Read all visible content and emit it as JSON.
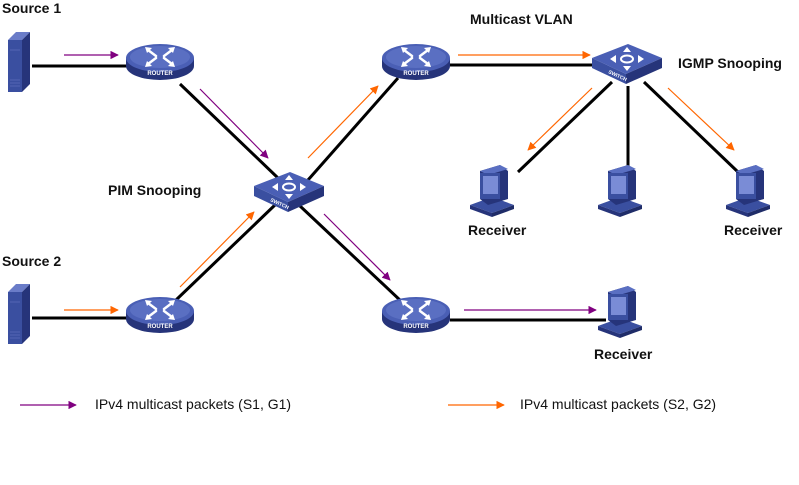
{
  "colors": {
    "link": "#000000",
    "flow_s1g1": "#800080",
    "flow_s2g2": "#ff6600",
    "device_blue": "#3a4fa0",
    "device_dark": "#26347a",
    "device_light": "#6a7cc8"
  },
  "labels": {
    "source1": "Source 1",
    "source2": "Source 2",
    "multicast_vlan": "Multicast VLAN",
    "igmp_snooping": "IGMP Snooping",
    "pim_snooping": "PIM Snooping",
    "receiver_left": "Receiver",
    "receiver_right": "Receiver",
    "receiver_bottom": "Receiver"
  },
  "devices": {
    "router_label": "ROUTER",
    "switch_label": "SWITCH",
    "nodes": [
      {
        "id": "source1",
        "type": "server"
      },
      {
        "id": "source2",
        "type": "server"
      },
      {
        "id": "router1",
        "type": "router"
      },
      {
        "id": "router2",
        "type": "router"
      },
      {
        "id": "router3",
        "type": "router"
      },
      {
        "id": "router4",
        "type": "router"
      },
      {
        "id": "switch-pim",
        "type": "switch"
      },
      {
        "id": "switch-igmp",
        "type": "switch"
      },
      {
        "id": "receiver-left",
        "type": "host"
      },
      {
        "id": "host-middle",
        "type": "host"
      },
      {
        "id": "receiver-right",
        "type": "host"
      },
      {
        "id": "receiver-bottom",
        "type": "host"
      }
    ]
  },
  "legend": {
    "s1g1": "IPv4 multicast packets (S1, G1)",
    "s2g2": "IPv4 multicast packets (S2, G2)"
  }
}
